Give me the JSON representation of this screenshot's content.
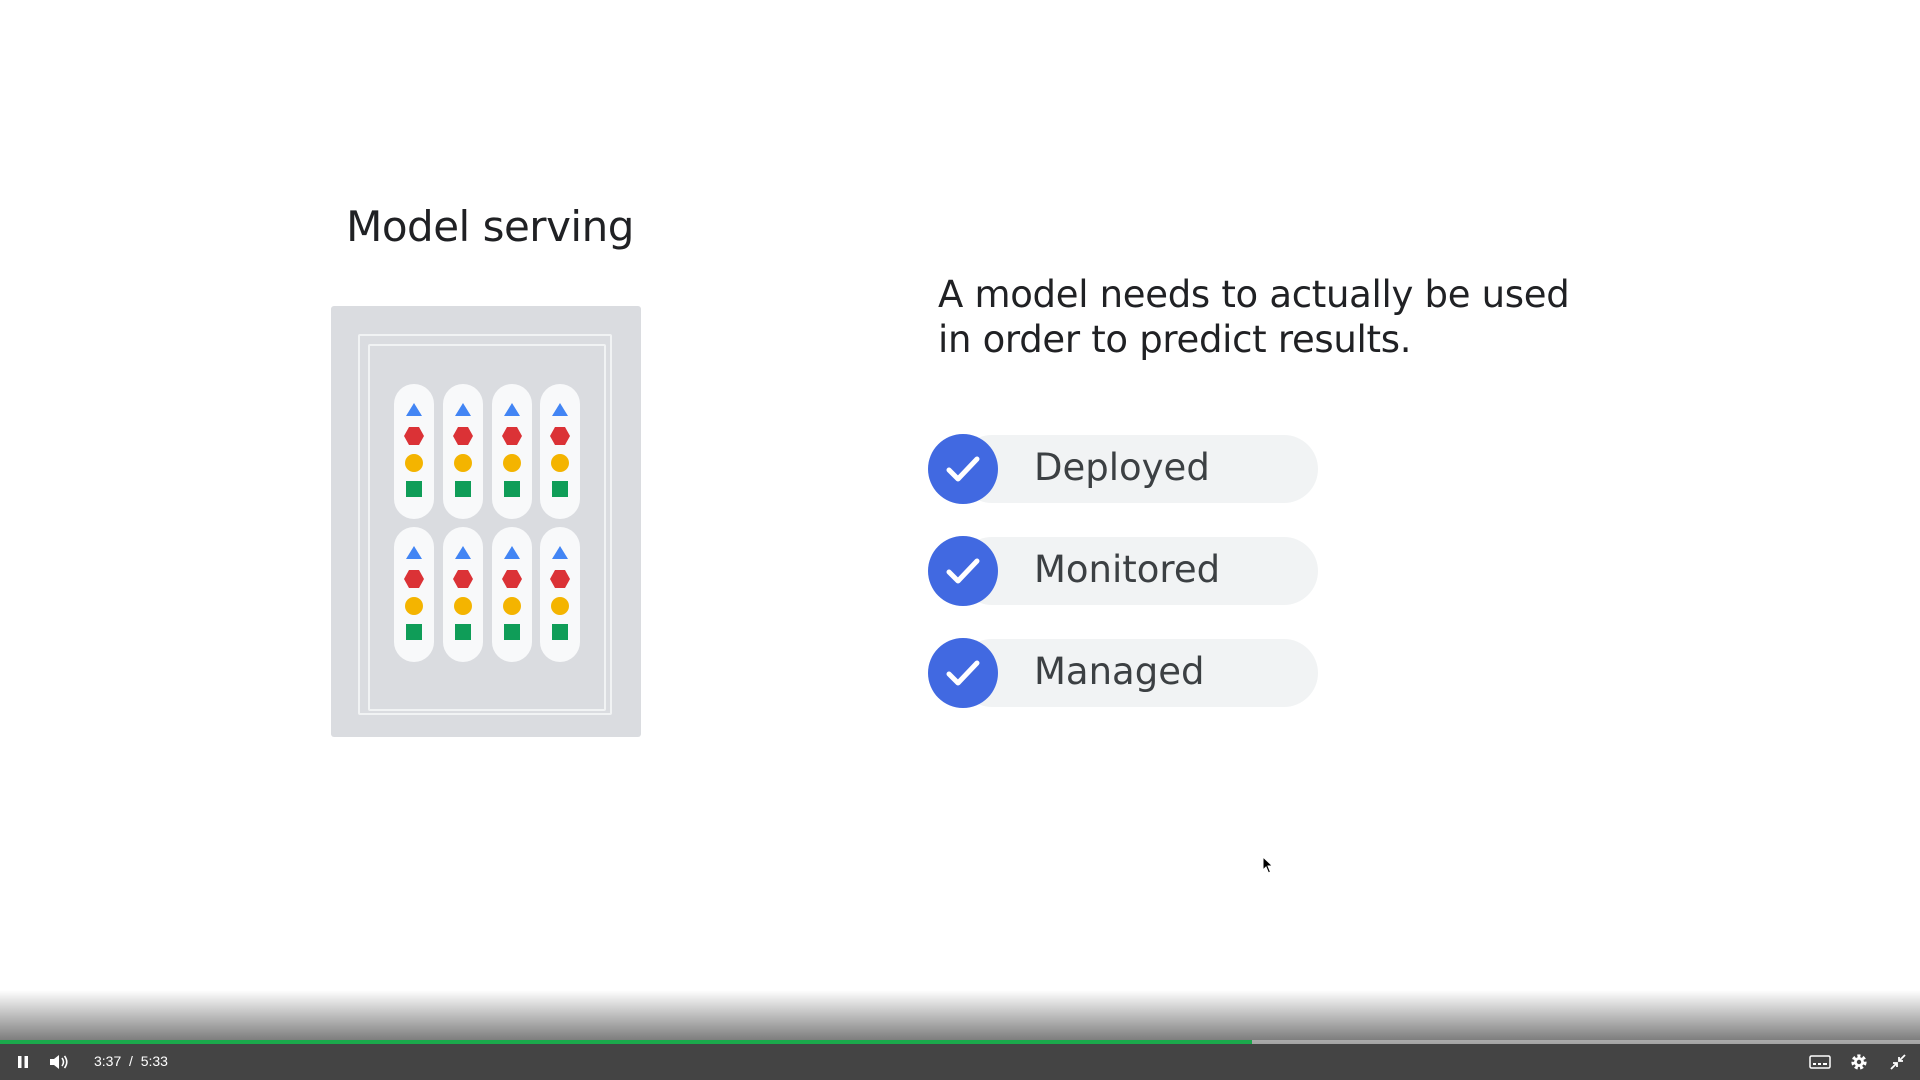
{
  "slide": {
    "title": "Model serving",
    "description_line1": "A model needs to actually be used",
    "description_line2": "in order to predict results.",
    "checklist": [
      {
        "label": "Deployed"
      },
      {
        "label": "Monitored"
      },
      {
        "label": "Managed"
      }
    ],
    "colors": {
      "check_blue": "#4169e1",
      "triangle_blue": "#4285f4",
      "hexagon_red": "#db3236",
      "circle_yellow": "#f4b400",
      "square_green": "#0f9d58"
    }
  },
  "player": {
    "current_time": "3:37",
    "separator": "/",
    "duration": "5:33",
    "progress_fraction": 0.652,
    "progress_color": "#1ba94c",
    "icons": [
      "pause-icon",
      "volume-icon",
      "captions-icon",
      "settings-icon",
      "exit-fullscreen-icon"
    ]
  }
}
